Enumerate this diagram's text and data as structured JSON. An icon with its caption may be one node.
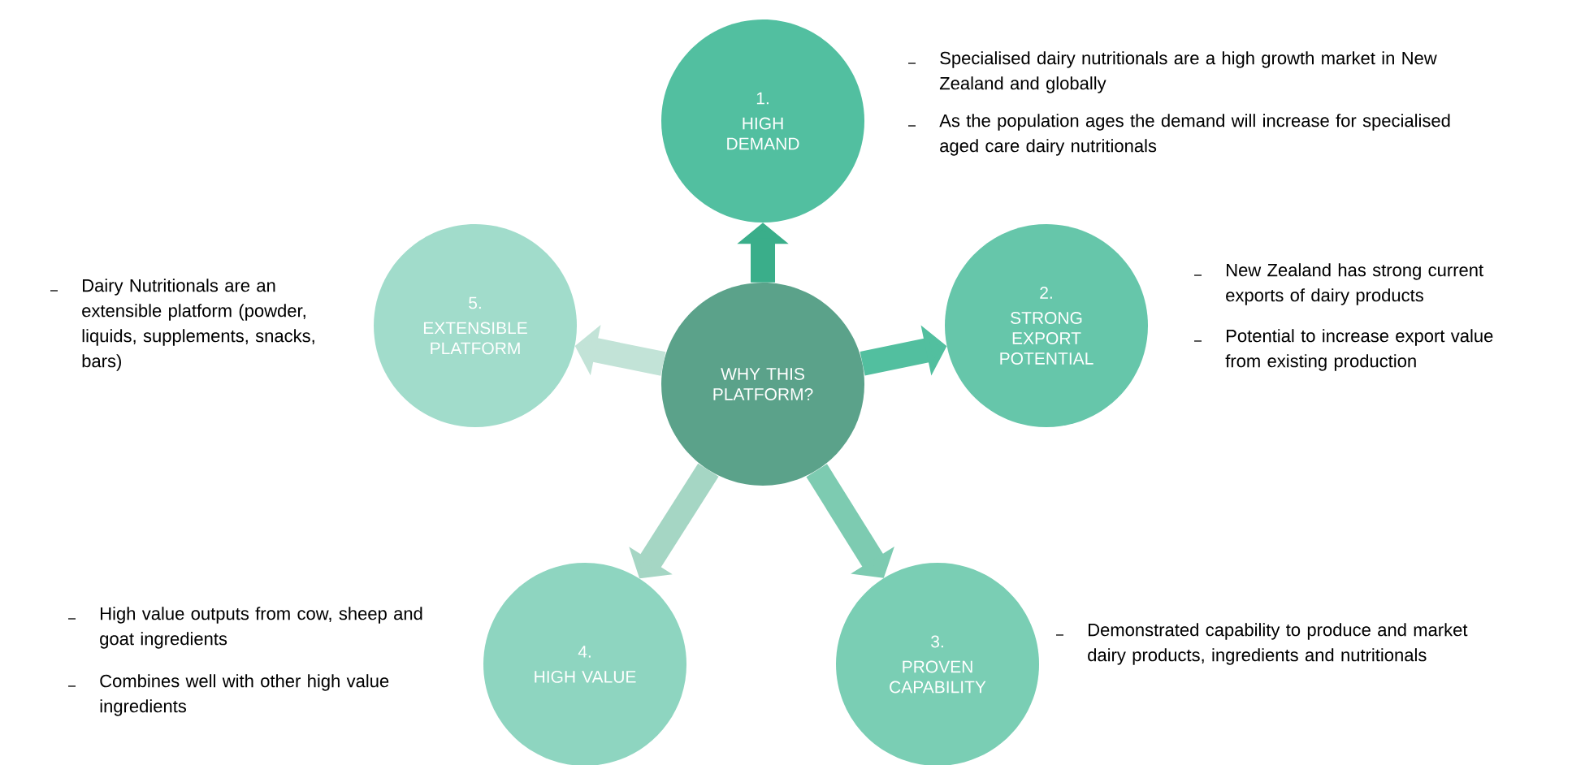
{
  "diagram": {
    "nodes": [
      {
        "text": [
          "WHY THIS PLATFORM?"
        ]
      },
      {
        "text": [
          "1.",
          "HIGH DEMAND"
        ],
        "beside": [
          "Specialised dairy nutritionals are a high growth market in New Zealand and globally",
          "As the population ages the demand will increase for specialised aged care dairy nutritionals"
        ]
      },
      {
        "text": [
          "2.",
          "STRONG EXPORT POTENTIAL"
        ],
        "beside": [
          "New Zealand has strong current exports of dairy products",
          "Potential to increase export value from existing production"
        ]
      },
      {
        "text": [
          "3.",
          "PROVEN CAPABILITY"
        ],
        "beside": [
          "Demonstrated capability to produce and market dairy products, ingredients and nutritionals"
        ]
      },
      {
        "text": [
          "4.",
          "HIGH VALUE"
        ],
        "beside": [
          "High value outputs from cow, sheep and goat ingredients",
          "Combines well with other high value ingredients"
        ]
      },
      {
        "text": [
          "5.",
          "EXTENSIBLE PLATFORM"
        ],
        "beside": [
          "Dairy Nutritionals are an extensible platform (powder, liquids, supplements, snacks, bars)"
        ]
      }
    ],
    "edges": [
      {
        "from": 0,
        "to": 1,
        "arrow": "to",
        "color": "#3aae8a"
      },
      {
        "from": 0,
        "to": 2,
        "arrow": "to",
        "color": "#52bf9f"
      },
      {
        "from": 0,
        "to": 3,
        "arrow": "to",
        "color": "#7dcbb1"
      },
      {
        "from": 0,
        "to": 4,
        "arrow": "to",
        "color": "#a5d6c4"
      },
      {
        "from": 0,
        "to": 5,
        "arrow": "to",
        "color": "#c2e3d7"
      }
    ]
  }
}
